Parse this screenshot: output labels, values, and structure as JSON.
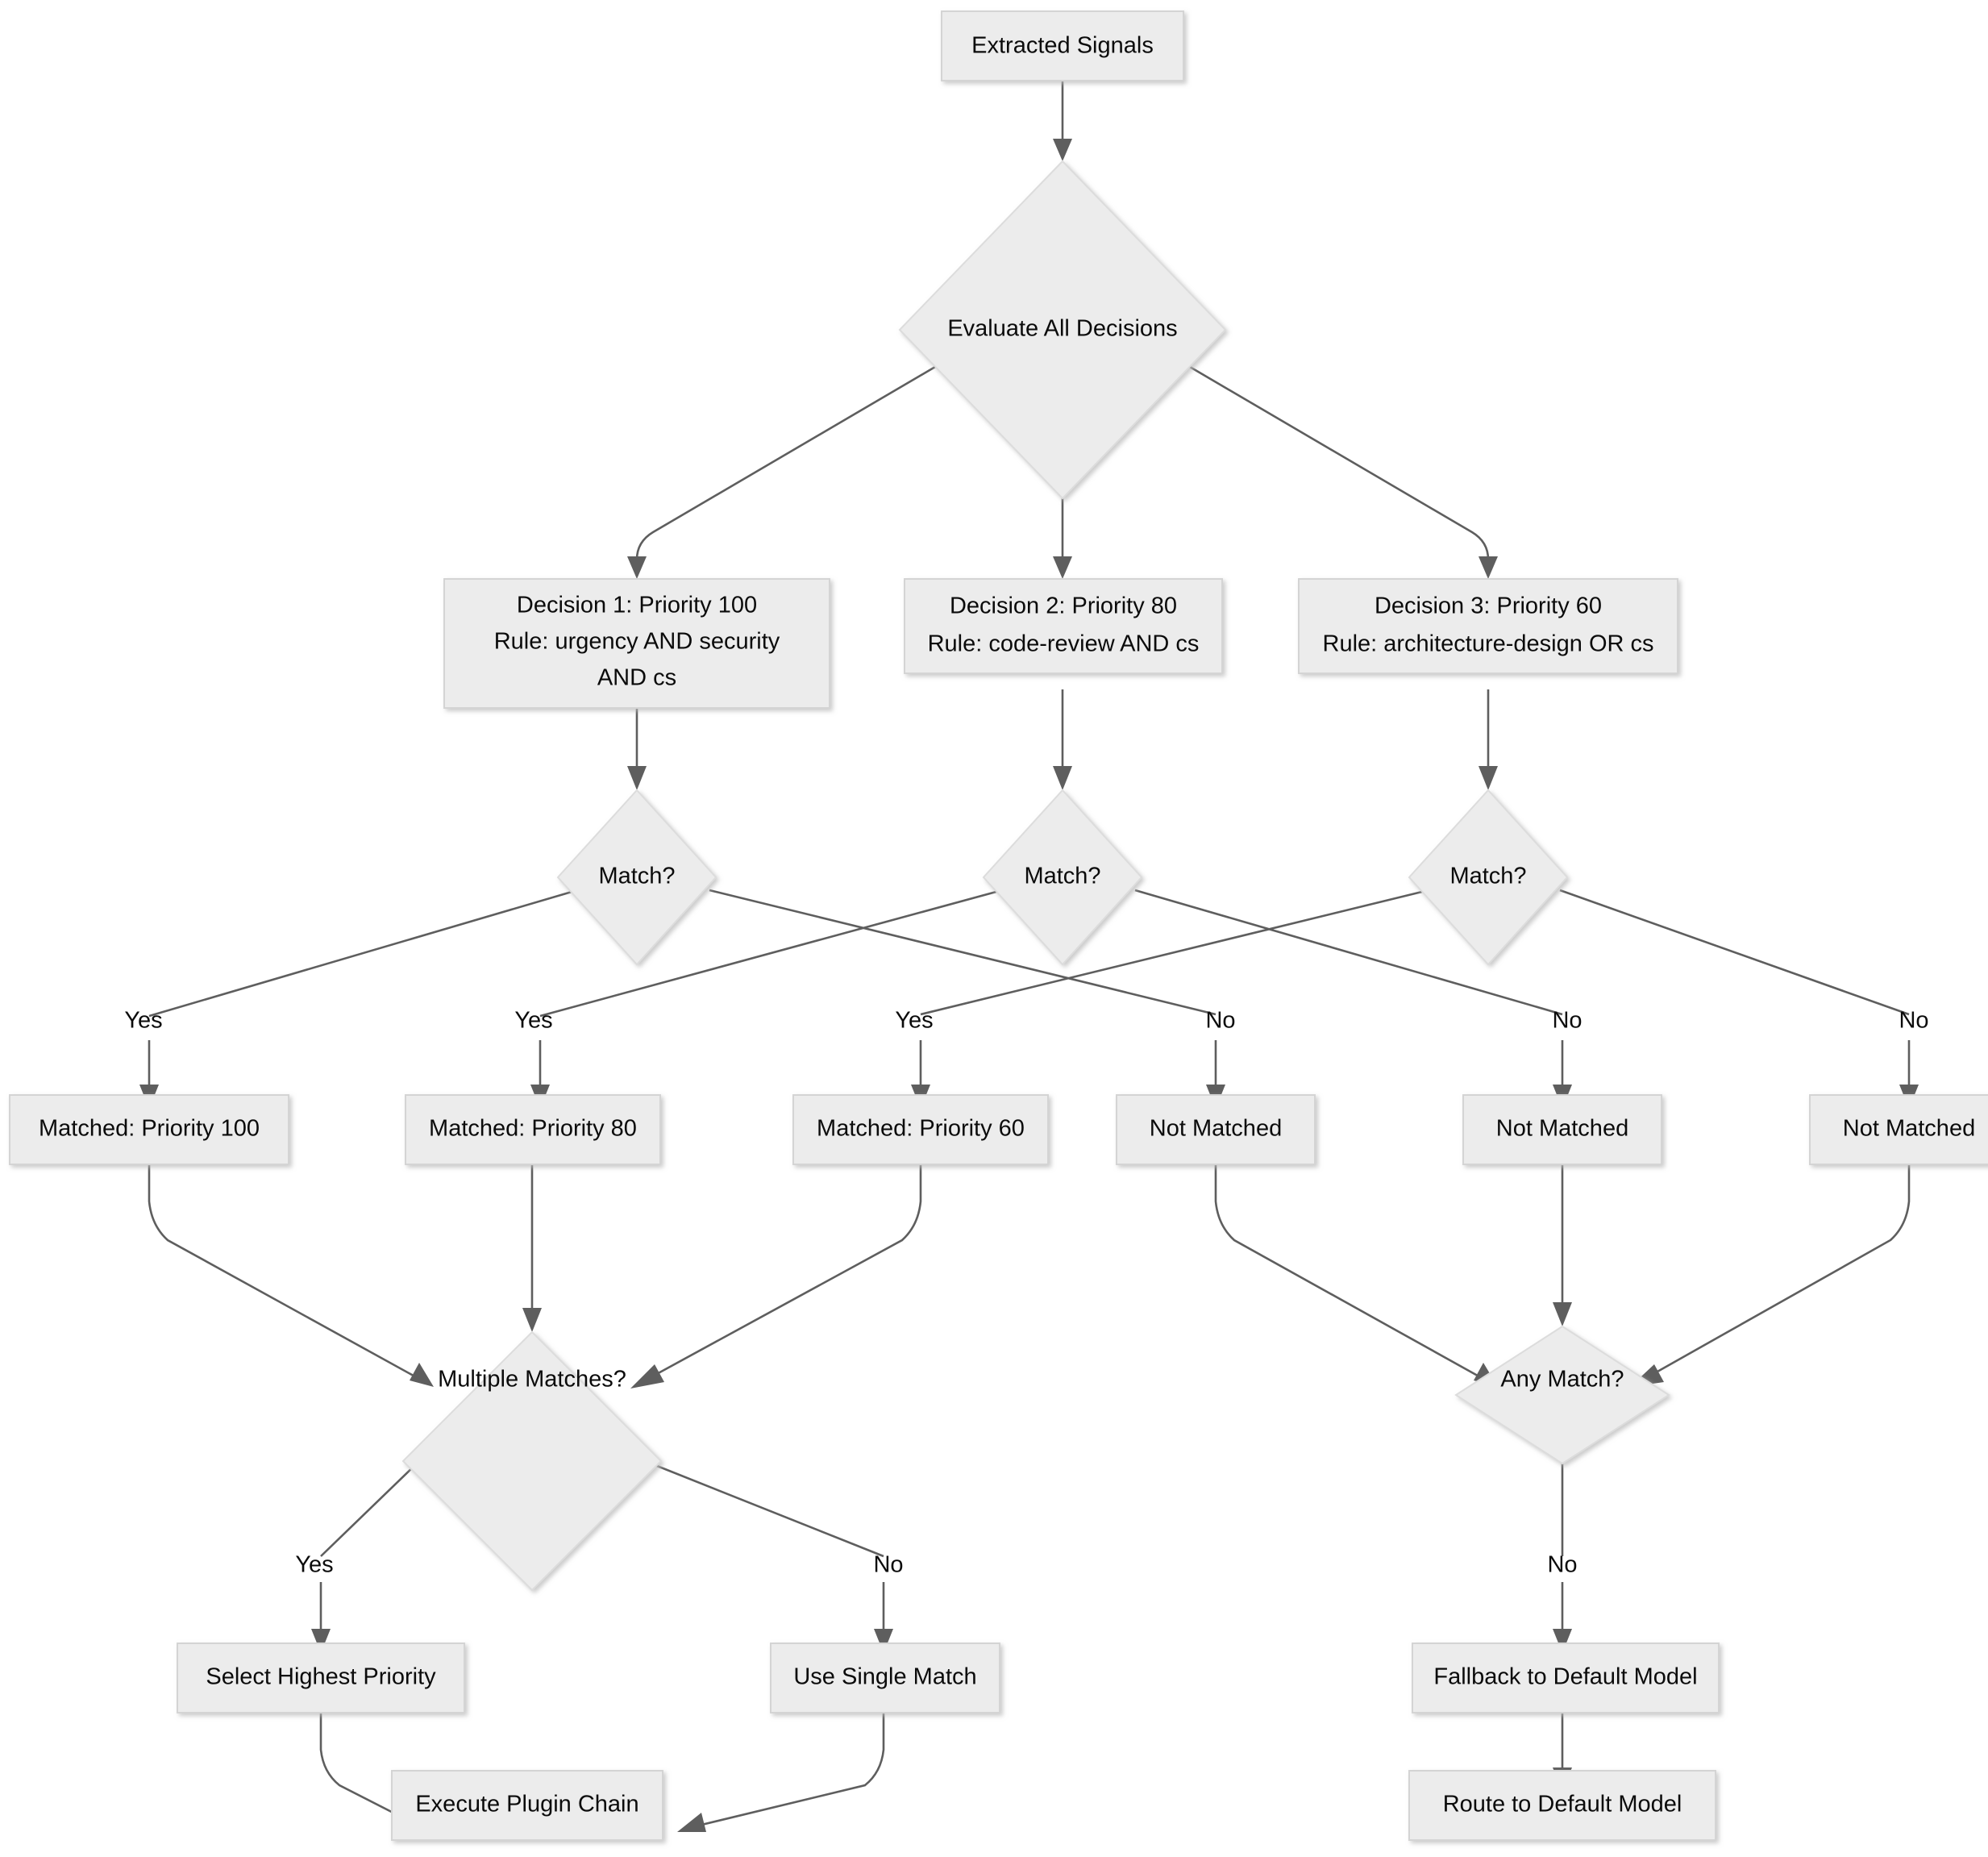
{
  "diagram": {
    "type": "flowchart",
    "direction": "top-down",
    "theme": {
      "node_fill": "#ececec",
      "node_stroke": "#d4d4d4",
      "edge_stroke": "#5e5e5e",
      "text_color": "#0b0b0b",
      "background": "#ffffff"
    },
    "nodes": [
      {
        "id": "extracted-signals",
        "shape": "rect",
        "lines": [
          "Extracted Signals"
        ]
      },
      {
        "id": "evaluate-all-decisions",
        "shape": "diamond",
        "lines": [
          "Evaluate All Decisions"
        ]
      },
      {
        "id": "decision-1",
        "shape": "rect",
        "lines": [
          "Decision 1: Priority 100",
          "Rule: urgency AND security",
          "AND cs"
        ]
      },
      {
        "id": "decision-2",
        "shape": "rect",
        "lines": [
          "Decision 2: Priority 80",
          "Rule: code-review AND cs"
        ]
      },
      {
        "id": "decision-3",
        "shape": "rect",
        "lines": [
          "Decision 3: Priority 60",
          "Rule: architecture-design OR cs"
        ]
      },
      {
        "id": "match-1",
        "shape": "diamond",
        "lines": [
          "Match?"
        ]
      },
      {
        "id": "match-2",
        "shape": "diamond",
        "lines": [
          "Match?"
        ]
      },
      {
        "id": "match-3",
        "shape": "diamond",
        "lines": [
          "Match?"
        ]
      },
      {
        "id": "matched-100",
        "shape": "rect",
        "lines": [
          "Matched: Priority 100"
        ]
      },
      {
        "id": "matched-80",
        "shape": "rect",
        "lines": [
          "Matched: Priority 80"
        ]
      },
      {
        "id": "matched-60",
        "shape": "rect",
        "lines": [
          "Matched: Priority 60"
        ]
      },
      {
        "id": "not-matched-1",
        "shape": "rect",
        "lines": [
          "Not Matched"
        ]
      },
      {
        "id": "not-matched-2",
        "shape": "rect",
        "lines": [
          "Not Matched"
        ]
      },
      {
        "id": "not-matched-3",
        "shape": "rect",
        "lines": [
          "Not Matched"
        ]
      },
      {
        "id": "multiple-matches",
        "shape": "diamond",
        "lines": [
          "Multiple Matches?"
        ]
      },
      {
        "id": "any-match",
        "shape": "diamond",
        "lines": [
          "Any Match?"
        ]
      },
      {
        "id": "select-highest-priority",
        "shape": "rect",
        "lines": [
          "Select Highest Priority"
        ]
      },
      {
        "id": "use-single-match",
        "shape": "rect",
        "lines": [
          "Use Single Match"
        ]
      },
      {
        "id": "fallback-default-model",
        "shape": "rect",
        "lines": [
          "Fallback to Default Model"
        ]
      },
      {
        "id": "execute-plugin-chain",
        "shape": "rect",
        "lines": [
          "Execute Plugin Chain"
        ]
      },
      {
        "id": "route-default-model",
        "shape": "rect",
        "lines": [
          "Route to Default Model"
        ]
      }
    ],
    "edges": [
      {
        "from": "extracted-signals",
        "to": "evaluate-all-decisions",
        "label": ""
      },
      {
        "from": "evaluate-all-decisions",
        "to": "decision-1",
        "label": ""
      },
      {
        "from": "evaluate-all-decisions",
        "to": "decision-2",
        "label": ""
      },
      {
        "from": "evaluate-all-decisions",
        "to": "decision-3",
        "label": ""
      },
      {
        "from": "decision-1",
        "to": "match-1",
        "label": ""
      },
      {
        "from": "decision-2",
        "to": "match-2",
        "label": ""
      },
      {
        "from": "decision-3",
        "to": "match-3",
        "label": ""
      },
      {
        "from": "match-1",
        "to": "matched-100",
        "label": "Yes"
      },
      {
        "from": "match-1",
        "to": "not-matched-1",
        "label": "No"
      },
      {
        "from": "match-2",
        "to": "matched-80",
        "label": "Yes"
      },
      {
        "from": "match-2",
        "to": "not-matched-2",
        "label": "No"
      },
      {
        "from": "match-3",
        "to": "matched-60",
        "label": "Yes"
      },
      {
        "from": "match-3",
        "to": "not-matched-3",
        "label": "No"
      },
      {
        "from": "matched-100",
        "to": "multiple-matches",
        "label": ""
      },
      {
        "from": "matched-80",
        "to": "multiple-matches",
        "label": ""
      },
      {
        "from": "matched-60",
        "to": "multiple-matches",
        "label": ""
      },
      {
        "from": "not-matched-1",
        "to": "any-match",
        "label": ""
      },
      {
        "from": "not-matched-2",
        "to": "any-match",
        "label": ""
      },
      {
        "from": "not-matched-3",
        "to": "any-match",
        "label": ""
      },
      {
        "from": "multiple-matches",
        "to": "select-highest-priority",
        "label": "Yes"
      },
      {
        "from": "multiple-matches",
        "to": "use-single-match",
        "label": "No"
      },
      {
        "from": "any-match",
        "to": "fallback-default-model",
        "label": "No"
      },
      {
        "from": "select-highest-priority",
        "to": "execute-plugin-chain",
        "label": ""
      },
      {
        "from": "use-single-match",
        "to": "execute-plugin-chain",
        "label": ""
      },
      {
        "from": "fallback-default-model",
        "to": "route-default-model",
        "label": ""
      }
    ],
    "edge_labels": {
      "yes_1": "Yes",
      "yes_2": "Yes",
      "yes_3": "Yes",
      "no_1": "No",
      "no_2": "No",
      "no_3": "No",
      "mm_yes": "Yes",
      "mm_no": "No",
      "am_no": "No"
    },
    "node_text": {
      "extracted_signals": "Extracted Signals",
      "evaluate_all_decisions": "Evaluate All Decisions",
      "decision_1_l1": "Decision 1: Priority 100",
      "decision_1_l2": "Rule: urgency AND security",
      "decision_1_l3": "AND cs",
      "decision_2_l1": "Decision 2: Priority 80",
      "decision_2_l2": "Rule: code-review AND cs",
      "decision_3_l1": "Decision 3: Priority 60",
      "decision_3_l2": "Rule: architecture-design OR cs",
      "match_1": "Match?",
      "match_2": "Match?",
      "match_3": "Match?",
      "matched_100": "Matched: Priority 100",
      "matched_80": "Matched: Priority 80",
      "matched_60": "Matched: Priority 60",
      "not_matched_1": "Not Matched",
      "not_matched_2": "Not Matched",
      "not_matched_3": "Not Matched",
      "multiple_matches": "Multiple Matches?",
      "any_match": "Any Match?",
      "select_highest_priority": "Select Highest Priority",
      "use_single_match": "Use Single Match",
      "fallback_default_model": "Fallback to Default Model",
      "execute_plugin_chain": "Execute Plugin Chain",
      "route_default_model": "Route to Default Model"
    }
  }
}
